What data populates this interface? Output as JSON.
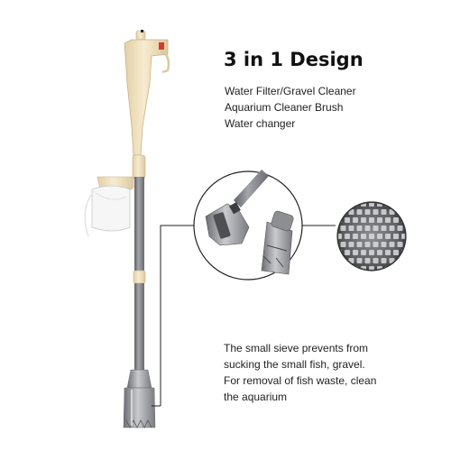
{
  "heading": "3 in 1 Design",
  "features": [
    "Water Filter/Gravel Cleaner",
    "Aquarium Cleaner Brush",
    "Water changer"
  ],
  "description_lines": [
    "The small sieve prevents from",
    "sucking the small fish, gravel.",
    "For removal of fish waste, clean",
    "the aquarium"
  ],
  "colors": {
    "body_cream": "#f1e2c0",
    "tube_gray": "#7f8084",
    "switch_red": "#d23b2c",
    "callout_line": "#222222"
  }
}
